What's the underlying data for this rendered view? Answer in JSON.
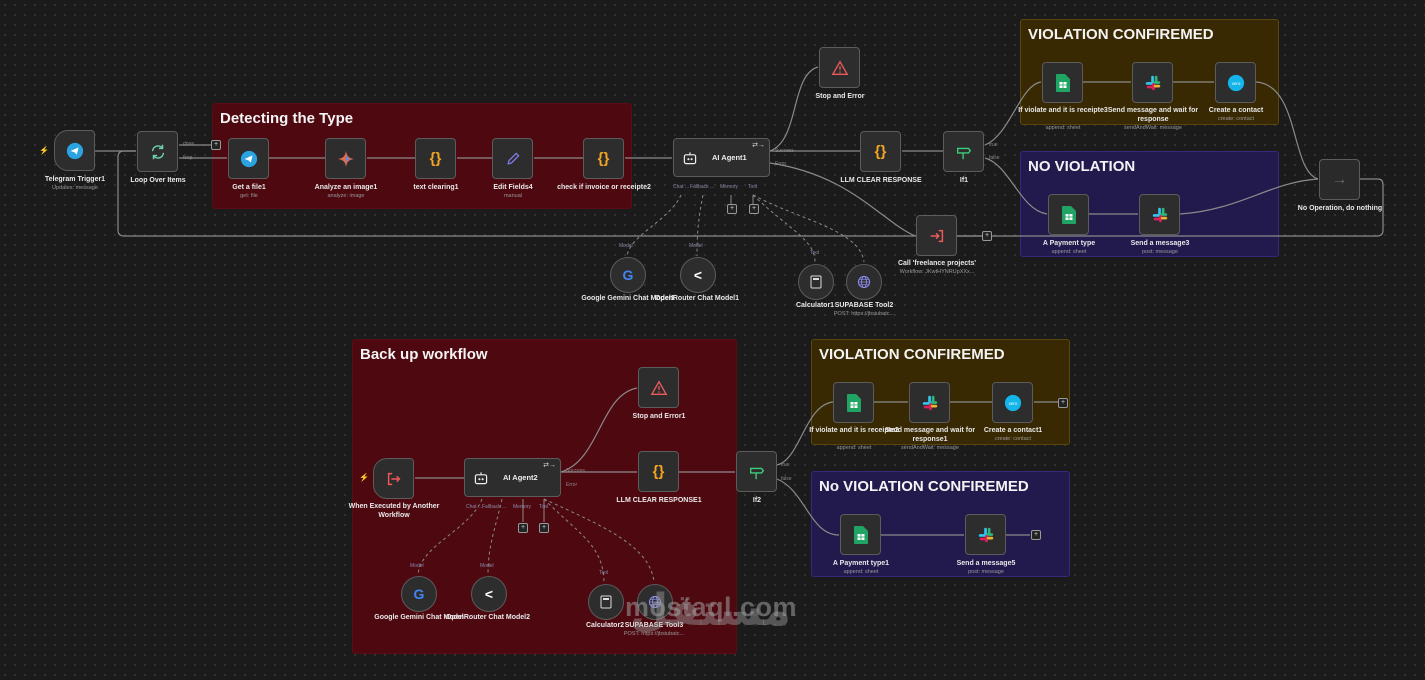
{
  "canvas": {
    "background": "#1b1b1b",
    "grid": "dotted"
  },
  "stickies": [
    {
      "id": "detecting",
      "title": "Detecting the Type",
      "color": "#4e0810"
    },
    {
      "id": "violation1",
      "title": "VIOLATION CONFIREMED",
      "color": "#382902"
    },
    {
      "id": "noviolation1",
      "title": "NO VIOLATION",
      "color": "#221a4d"
    },
    {
      "id": "backup",
      "title": "Back up workflow",
      "color": "#4e0810"
    },
    {
      "id": "violation2",
      "title": "VIOLATION CONFIREMED",
      "color": "#382902"
    },
    {
      "id": "noviolation2",
      "title": "No VIOLATION CONFIREMED",
      "color": "#221a4d"
    }
  ],
  "nodes": {
    "telegram_trigger": {
      "label": "Telegram Trigger1",
      "sub": "Updates: message",
      "icon": "telegram-icon"
    },
    "loop": {
      "label": "Loop Over Items",
      "outputs": [
        "done",
        "loop"
      ],
      "icon": "loop-icon"
    },
    "get_file": {
      "label": "Get a file1",
      "sub": "get: file",
      "icon": "telegram-icon"
    },
    "analyze_image": {
      "label": "Analyze an image1",
      "sub": "analyze: image",
      "icon": "gemini-icon"
    },
    "text_clearing": {
      "label": "text clearing1",
      "icon": "code-icon"
    },
    "edit_fields": {
      "label": "Edit Fields4",
      "sub": "manual",
      "icon": "pencil-icon"
    },
    "check_invoice": {
      "label": "check if invoice or receipte2",
      "icon": "code-icon"
    },
    "ai_agent1": {
      "label": "AI Agent1",
      "outputs": [
        "Success",
        "Error"
      ],
      "ports": [
        "Chat ...",
        "Fallback ...",
        "Memory",
        "Tool"
      ],
      "icon": "robot-icon"
    },
    "stop_error": {
      "label": "Stop and Error",
      "icon": "warning-icon"
    },
    "llm_clear": {
      "label": "LLM CLEAR RESPONSE",
      "icon": "code-icon"
    },
    "if1": {
      "label": "If1",
      "outputs": [
        "true",
        "false"
      ],
      "icon": "signpost-icon"
    },
    "if_violate3": {
      "label": "If violate and it is receipte3",
      "sub": "append: sheet",
      "icon": "sheets-icon"
    },
    "send_wait": {
      "label": "Send message and wait for response",
      "sub": "sendAndWait: message",
      "icon": "slack-icon"
    },
    "create_contact": {
      "label": "Create a contact",
      "sub": "create: contact",
      "icon": "xero-icon"
    },
    "payment_type": {
      "label": "A Payment type",
      "sub": "append: sheet",
      "icon": "sheets-icon"
    },
    "send_message3": {
      "label": "Send a message3",
      "sub": "post: message",
      "icon": "slack-icon"
    },
    "noop": {
      "label": "No Operation, do nothing",
      "icon": "arrow-right-icon"
    },
    "call_freelance": {
      "label": "Call 'freelance projects'",
      "sub": "Workflow: JKwtHYNRUpXXx...",
      "icon": "sign-in-icon"
    },
    "gemini1": {
      "label": "Google Gemini Chat Model1",
      "port": "Model",
      "icon": "google-icon"
    },
    "openrouter1": {
      "label": "OpenRouter Chat Model1",
      "port": "Model",
      "icon": "openrouter-icon"
    },
    "calculator1": {
      "label": "Calculator1",
      "port": "Tool",
      "icon": "calculator-icon"
    },
    "supabase2": {
      "label": "SUPABASE Tool2",
      "sub": "POST: https://jbsiubatc...",
      "icon": "globe-icon"
    },
    "exec_trigger": {
      "label": "When Executed by Another Workflow",
      "icon": "sign-out-icon"
    },
    "ai_agent2": {
      "label": "AI Agent2",
      "outputs": [
        "Success",
        "Error"
      ],
      "ports": [
        "Chat ...",
        "Fallback ...",
        "Memory",
        "Tool"
      ],
      "icon": "robot-icon"
    },
    "stop_error1": {
      "label": "Stop and Error1",
      "icon": "warning-icon"
    },
    "llm_clear1": {
      "label": "LLM CLEAR RESPONSE1",
      "icon": "code-icon"
    },
    "if2": {
      "label": "If2",
      "outputs": [
        "true",
        "false"
      ],
      "icon": "signpost-icon"
    },
    "if_violate2": {
      "label": "If violate and it is receipte2",
      "sub": "append: sheet",
      "icon": "sheets-icon"
    },
    "send_wait1": {
      "label": "Send message and wait for response1",
      "sub": "sendAndWait: message",
      "icon": "slack-icon"
    },
    "create_contact1": {
      "label": "Create a contact1",
      "sub": "create: contact",
      "icon": "xero-icon"
    },
    "payment_type1": {
      "label": "A Payment type1",
      "sub": "append: sheet",
      "icon": "sheets-icon"
    },
    "send_message5": {
      "label": "Send a message5",
      "sub": "post: message",
      "icon": "slack-icon"
    },
    "gemini": {
      "label": "Google Gemini Chat Model",
      "port": "Model",
      "icon": "google-icon"
    },
    "openrouter2": {
      "label": "OpenRouter Chat Model2",
      "port": "Model",
      "icon": "openrouter-icon"
    },
    "calculator2": {
      "label": "Calculator2",
      "port": "Tool",
      "icon": "calculator-icon"
    },
    "supabase3": {
      "label": "SUPABASE Tool3",
      "sub": "POST: https://jbsiubatc...",
      "icon": "globe-icon"
    }
  },
  "port_labels": {
    "chat": "Chat ...",
    "fallback": "Fallback ...",
    "memory": "Memory",
    "tool": "Tool",
    "model": "Model",
    "success": "Success",
    "error": "Error",
    "true": "true",
    "false": "false",
    "done": "done",
    "loop": "loop"
  },
  "watermark": {
    "text": "mostaql.com",
    "arabic": "مستقل"
  }
}
